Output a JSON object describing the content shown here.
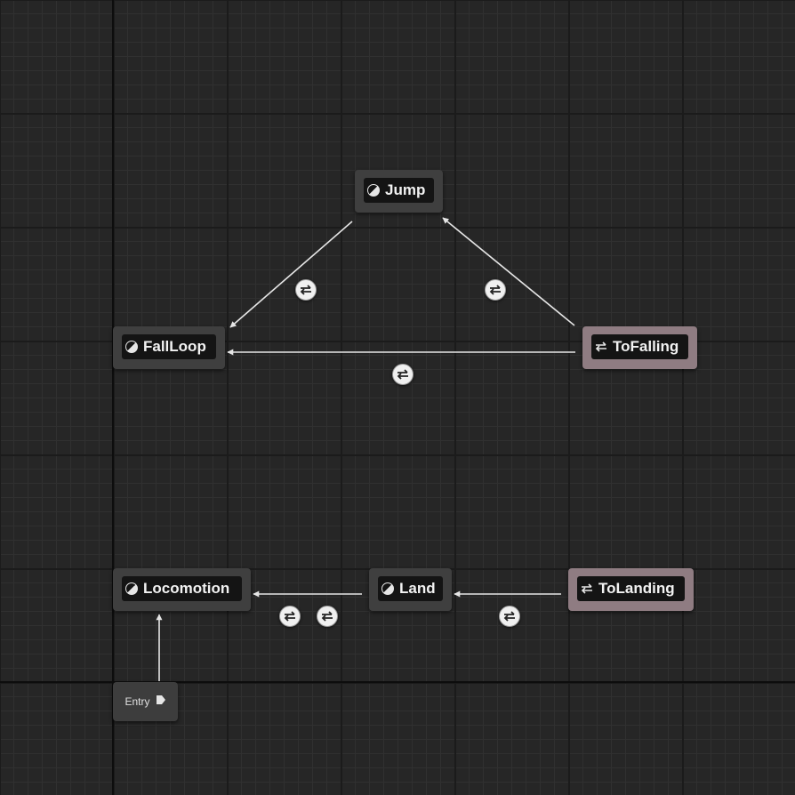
{
  "graph": {
    "states": {
      "jump": "Jump",
      "fall_loop": "FallLoop",
      "locomotion": "Locomotion",
      "land": "Land"
    },
    "conduits": {
      "to_falling": "ToFalling",
      "to_landing": "ToLanding"
    },
    "entry": "Entry"
  },
  "colors": {
    "background": "#262626",
    "state_node": "#3f3f3f",
    "conduit_node": "#8f7c82",
    "wire": "#e6e6e6"
  },
  "icons": {
    "state": "state-machine-state-icon",
    "conduit": "conduit-icon",
    "transition_rule": "transition-rule-icon",
    "entry": "entry-arrow-icon"
  }
}
